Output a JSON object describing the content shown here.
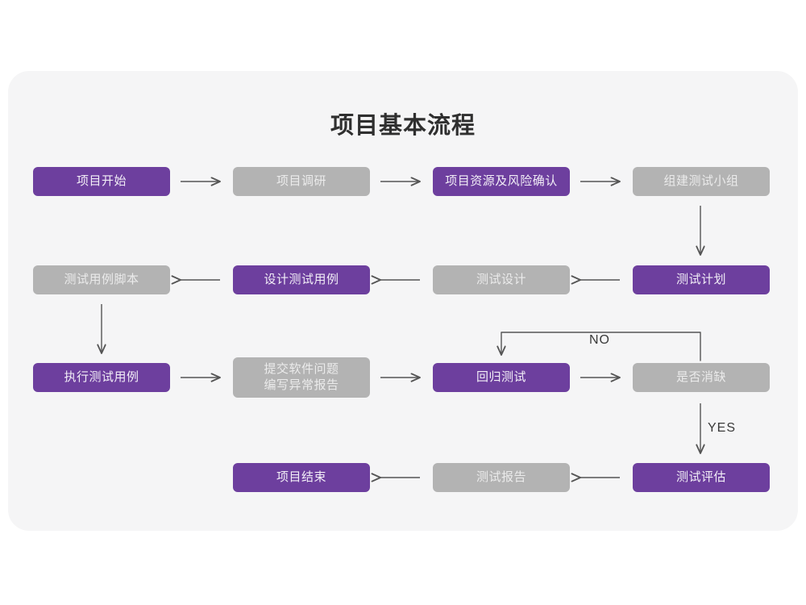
{
  "page": {
    "title": "项目基本流程",
    "background_color": "#ffffff",
    "card_color": "#f5f5f6"
  },
  "palette": {
    "purple": "#6d3f9e",
    "purple_text": "#f2eef7",
    "gray": "#b3b3b3",
    "gray_text": "#ebebeb",
    "connector": "#555555",
    "label_text": "#3a3a3a"
  },
  "flowchart": {
    "type": "diagram",
    "nodes": [
      {
        "id": "n1",
        "label": "项目开始",
        "style": "purple",
        "row": 1,
        "col": 1
      },
      {
        "id": "n2",
        "label": "项目调研",
        "style": "gray",
        "row": 1,
        "col": 2
      },
      {
        "id": "n3",
        "label": "项目资源及风险确认",
        "style": "purple",
        "row": 1,
        "col": 3
      },
      {
        "id": "n4",
        "label": "组建测试小组",
        "style": "gray",
        "row": 1,
        "col": 4
      },
      {
        "id": "n5",
        "label": "测试用例脚本",
        "style": "gray",
        "row": 2,
        "col": 1
      },
      {
        "id": "n6",
        "label": "设计测试用例",
        "style": "purple",
        "row": 2,
        "col": 2
      },
      {
        "id": "n7",
        "label": "测试设计",
        "style": "gray",
        "row": 2,
        "col": 3
      },
      {
        "id": "n8",
        "label": "测试计划",
        "style": "purple",
        "row": 2,
        "col": 4
      },
      {
        "id": "n9",
        "label": "执行测试用例",
        "style": "purple",
        "row": 3,
        "col": 1
      },
      {
        "id": "n10",
        "label": "提交软件问题\n编写异常报告",
        "style": "gray",
        "row": 3,
        "col": 2
      },
      {
        "id": "n11",
        "label": "回归测试",
        "style": "purple",
        "row": 3,
        "col": 3
      },
      {
        "id": "n12",
        "label": "是否消缺",
        "style": "gray",
        "row": 3,
        "col": 4
      },
      {
        "id": "n13",
        "label": "项目结束",
        "style": "purple",
        "row": 4,
        "col": 2
      },
      {
        "id": "n14",
        "label": "测试报告",
        "style": "gray",
        "row": 4,
        "col": 3
      },
      {
        "id": "n15",
        "label": "测试评估",
        "style": "purple",
        "row": 4,
        "col": 4
      }
    ],
    "edge_labels": {
      "no": "NO",
      "yes": "YES"
    },
    "edges": [
      {
        "from": "n1",
        "to": "n2",
        "direction": "right"
      },
      {
        "from": "n2",
        "to": "n3",
        "direction": "right"
      },
      {
        "from": "n3",
        "to": "n4",
        "direction": "right"
      },
      {
        "from": "n4",
        "to": "n8",
        "direction": "down"
      },
      {
        "from": "n8",
        "to": "n7",
        "direction": "left"
      },
      {
        "from": "n7",
        "to": "n6",
        "direction": "left"
      },
      {
        "from": "n6",
        "to": "n5",
        "direction": "left"
      },
      {
        "from": "n5",
        "to": "n9",
        "direction": "down"
      },
      {
        "from": "n9",
        "to": "n10",
        "direction": "right"
      },
      {
        "from": "n10",
        "to": "n11",
        "direction": "right"
      },
      {
        "from": "n11",
        "to": "n12",
        "direction": "right"
      },
      {
        "from": "n12",
        "to": "n11",
        "direction": "loop-up-left",
        "label": "NO"
      },
      {
        "from": "n12",
        "to": "n15",
        "direction": "down",
        "label": "YES"
      },
      {
        "from": "n15",
        "to": "n14",
        "direction": "left"
      },
      {
        "from": "n14",
        "to": "n13",
        "direction": "left"
      }
    ]
  }
}
